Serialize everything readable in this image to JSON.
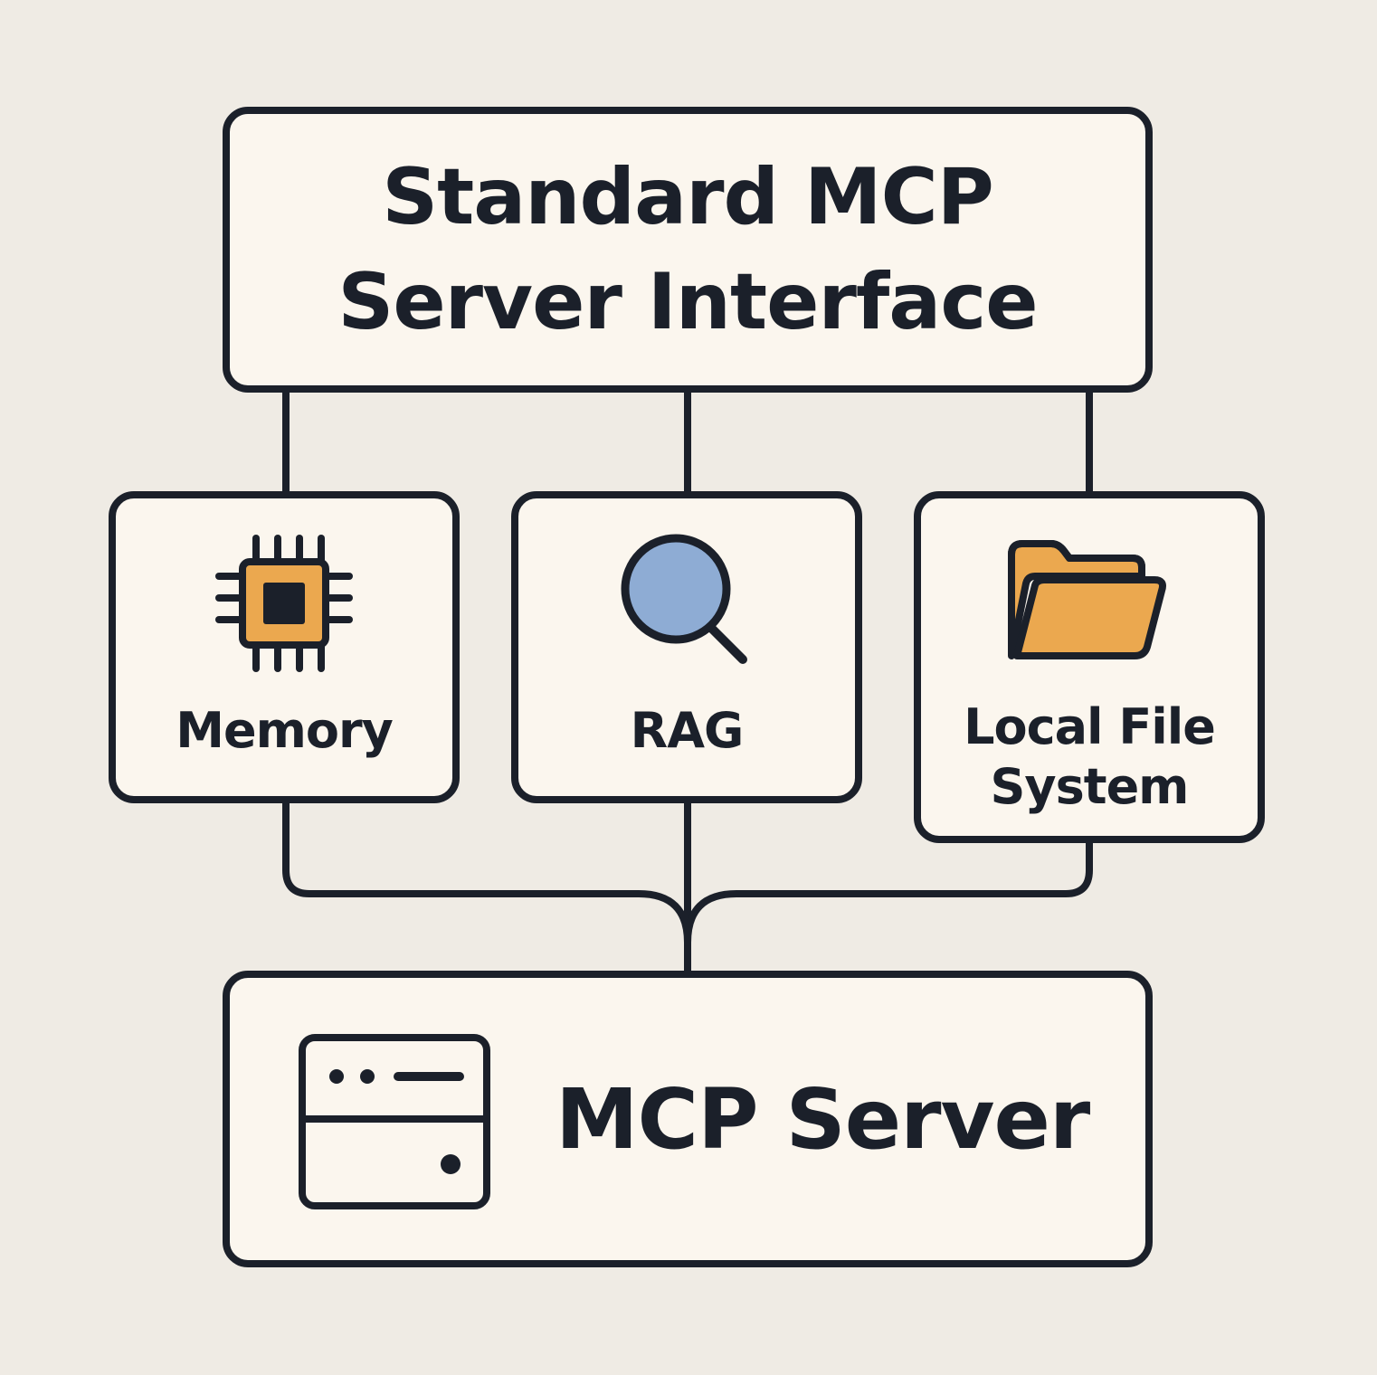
{
  "colors": {
    "background": "#efebe4",
    "box_fill": "#fbf6ee",
    "stroke": "#1b202a",
    "chip_orange": "#eba84f",
    "lens_blue": "#8eacd4",
    "folder_orange": "#eba84f"
  },
  "top_box": {
    "line1": "Standard MCP",
    "line2": "Server Interface"
  },
  "components": [
    {
      "label": "Memory",
      "icon": "cpu-chip-icon"
    },
    {
      "label": "RAG",
      "icon": "magnifying-glass-icon"
    },
    {
      "label_line1": "Local File",
      "label_line2": "System",
      "icon": "folder-icon"
    }
  ],
  "server_box": {
    "label": "MCP Server",
    "icon": "server-icon"
  }
}
